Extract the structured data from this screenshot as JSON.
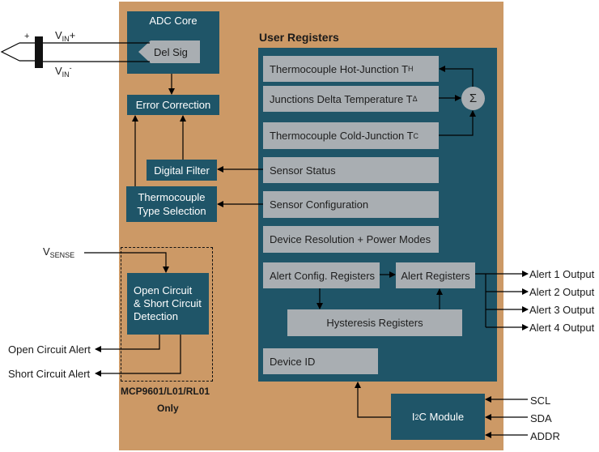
{
  "colors": {
    "chip_background": "#cc9966",
    "block_teal": "#1f5568",
    "register_gray": "#a9aeb2",
    "wire": "#000000"
  },
  "inputs": {
    "vin_plus": {
      "main": "V",
      "sub": "IN",
      "suffix": "+"
    },
    "vin_minus": {
      "main": "V",
      "sub": "IN",
      "suffix": "-"
    },
    "thermocouple_plus": "+",
    "vsense": {
      "main": "V",
      "sub": "SENSE"
    }
  },
  "adc": {
    "title": "ADC Core",
    "del_sig": "Del Sig"
  },
  "blocks": {
    "error_correction": "Error Correction",
    "digital_filter": "Digital Filter",
    "tc_type_selection_line1": "Thermocouple",
    "tc_type_selection_line2": "Type Selection",
    "oc_sc_line1": "Open Circuit",
    "oc_sc_line2": "& Short Circuit",
    "oc_sc_line3": "Detection",
    "i2c_prefix": "I",
    "i2c_sup": "2",
    "i2c_suffix": "C Module"
  },
  "user_registers": {
    "title": "User Registers",
    "hot_junction": {
      "text": "Thermocouple Hot-Junction T",
      "sub": "H"
    },
    "delta_temp": {
      "text": "Junctions Delta Temperature T",
      "sub": "Δ"
    },
    "cold_junction": {
      "text": "Thermocouple Cold-Junction T",
      "sub": "C"
    },
    "sigma": "Σ",
    "sensor_status": "Sensor Status",
    "sensor_configuration": "Sensor Configuration",
    "device_resolution": "Device Resolution + Power Modes",
    "alert_config": "Alert Config. Registers",
    "alert_registers": "Alert Registers",
    "hysteresis": "Hysteresis Registers",
    "device_id": "Device ID"
  },
  "outputs": {
    "alerts": [
      "Alert 1 Output",
      "Alert 2 Output",
      "Alert 3 Output",
      "Alert 4 Output"
    ],
    "open_circuit_alert": "Open Circuit Alert",
    "short_circuit_alert": "Short Circuit Alert"
  },
  "i2c_pins": [
    "SCL",
    "SDA",
    "ADDR"
  ],
  "variant_note": {
    "line1": "MCP9601/L01/RL01",
    "line2": "Only"
  }
}
